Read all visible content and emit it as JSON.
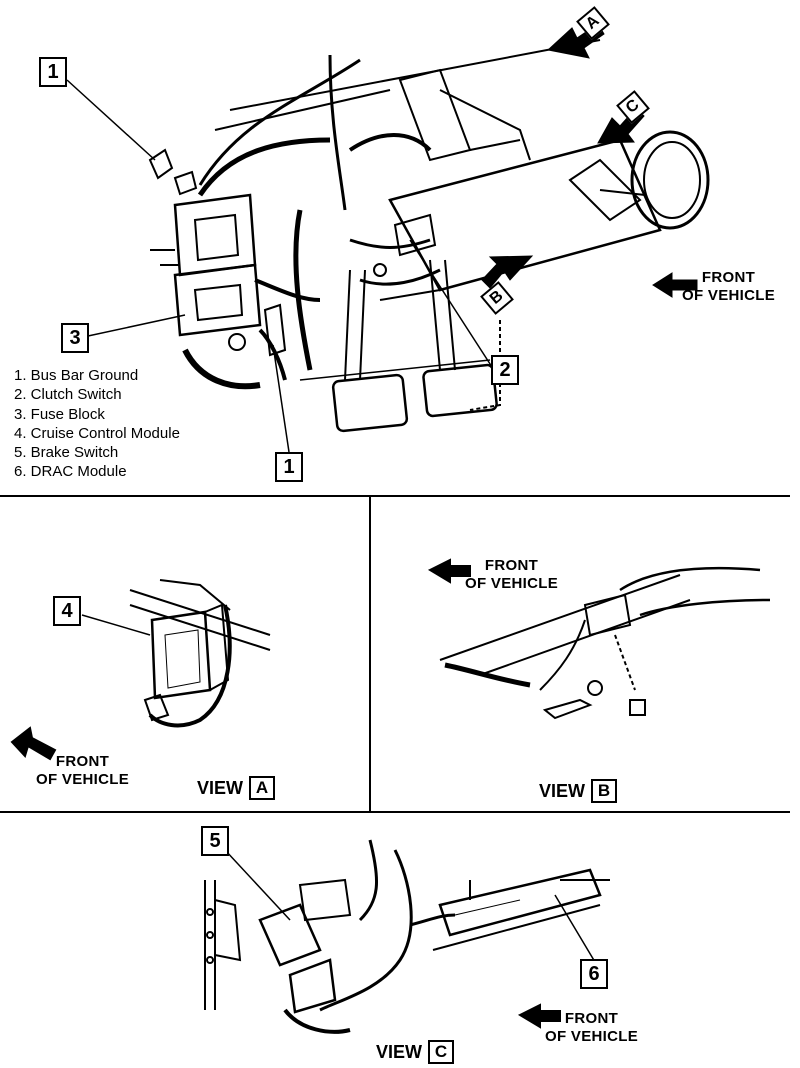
{
  "legend": [
    "1. Bus Bar Ground",
    "2. Clutch Switch",
    "3. Fuse Block",
    "4. Cruise Control Module",
    "5. Brake Switch",
    "6. DRAC Module"
  ],
  "callouts": {
    "c1_top": "1",
    "c1_bottom": "1",
    "c2": "2",
    "c3": "3",
    "c4": "4",
    "c5": "5",
    "c6": "6"
  },
  "view_refs": {
    "a": "A",
    "b": "B",
    "c": "C"
  },
  "front_label": {
    "line1": "FRONT",
    "line2": "OF VEHICLE"
  },
  "views": {
    "a": {
      "word": "VIEW",
      "letter": "A"
    },
    "b": {
      "word": "VIEW",
      "letter": "B"
    },
    "c": {
      "word": "VIEW",
      "letter": "C"
    }
  }
}
